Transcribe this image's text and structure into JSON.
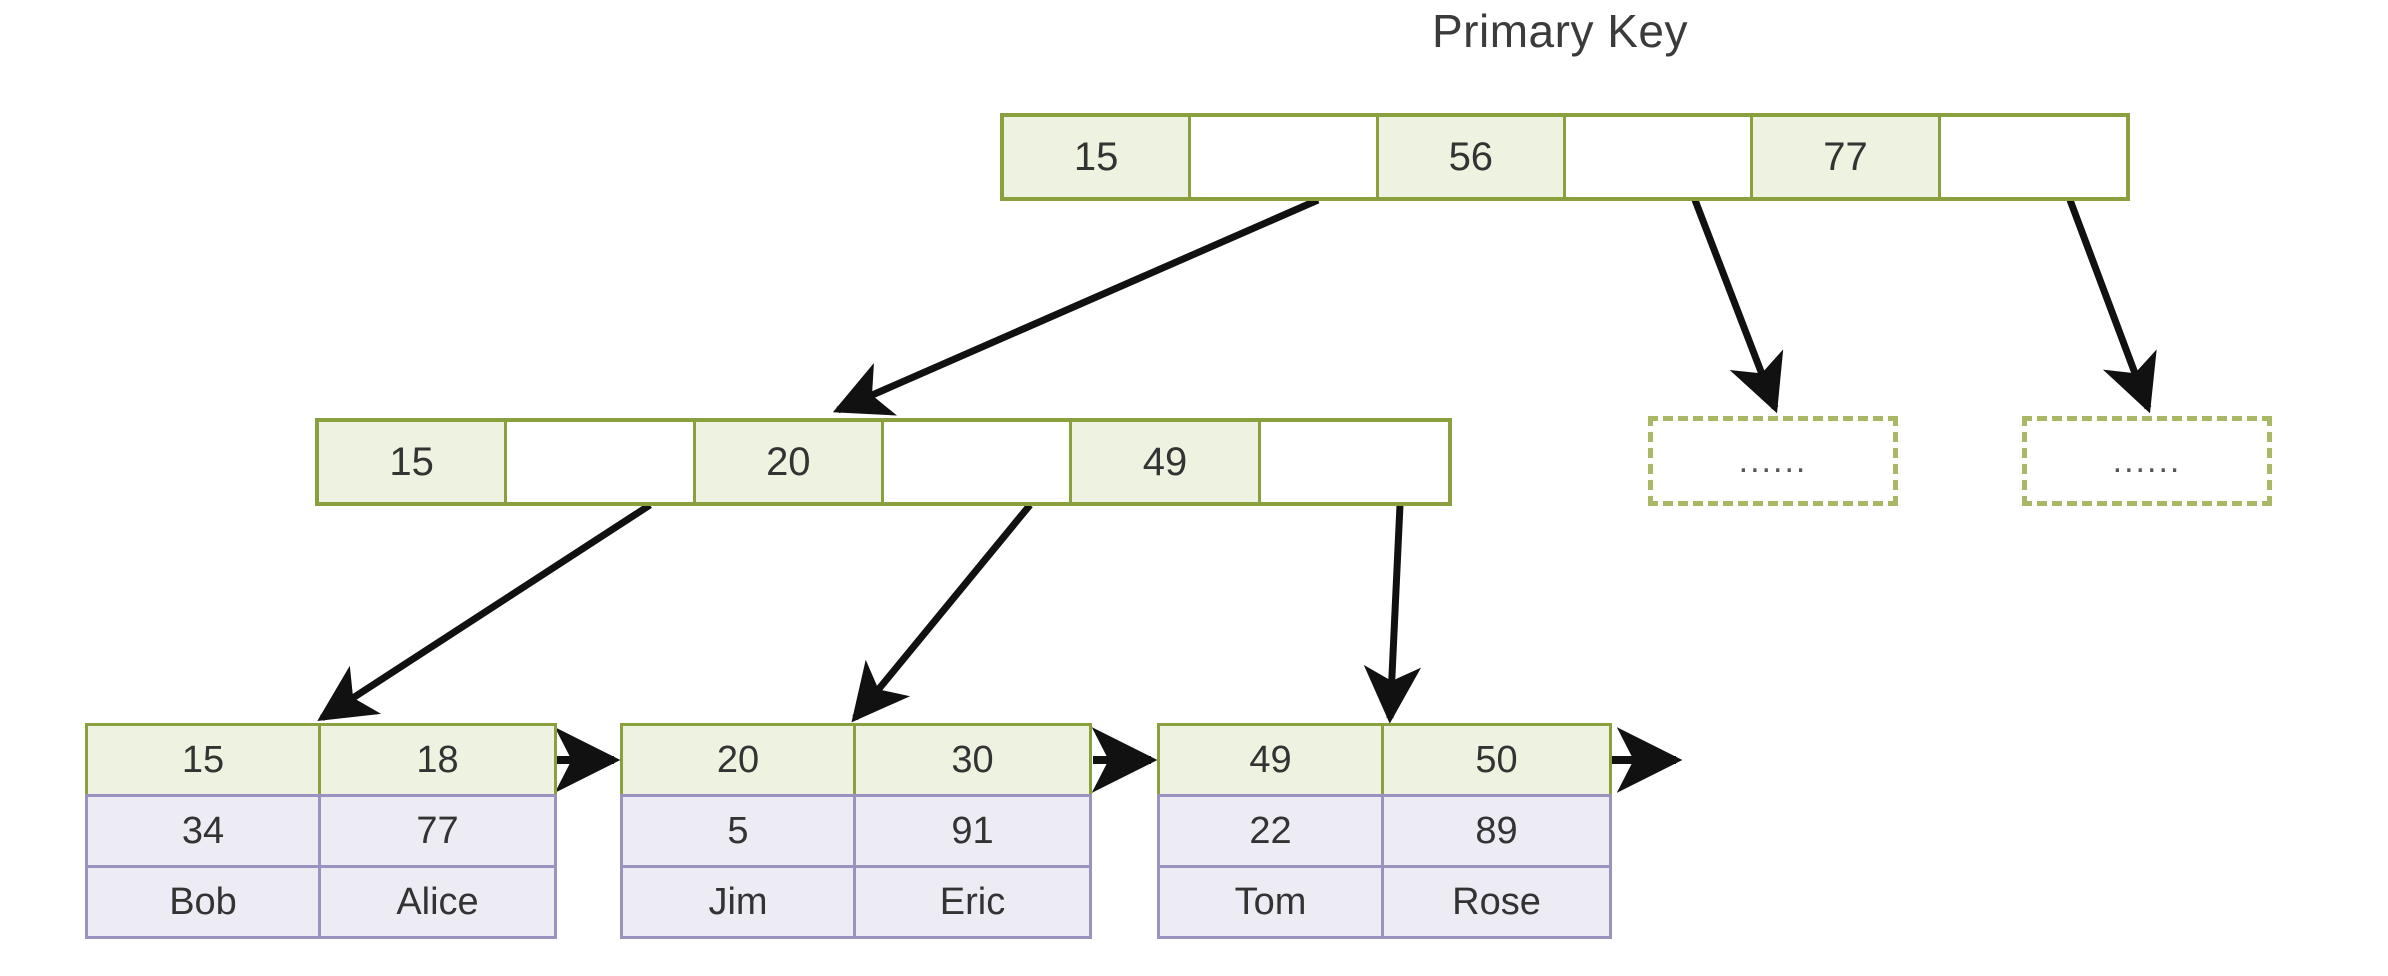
{
  "title": "Primary Key",
  "colors": {
    "key_fill": "#eef2e0",
    "key_border": "#8aa03f",
    "value_fill": "#edebf4",
    "value_border": "#9c92c0",
    "dashed_border": "#a8b864",
    "arrow": "#111111",
    "text": "#333333"
  },
  "root_node": {
    "name": "root-index-node",
    "cells": [
      {
        "type": "key",
        "label": "15"
      },
      {
        "type": "pointer",
        "label": ""
      },
      {
        "type": "key",
        "label": "56"
      },
      {
        "type": "pointer",
        "label": ""
      },
      {
        "type": "key",
        "label": "77"
      },
      {
        "type": "pointer",
        "label": ""
      }
    ]
  },
  "internal_node": {
    "name": "internal-index-node",
    "cells": [
      {
        "type": "key",
        "label": "15"
      },
      {
        "type": "pointer",
        "label": ""
      },
      {
        "type": "key",
        "label": "20"
      },
      {
        "type": "pointer",
        "label": ""
      },
      {
        "type": "key",
        "label": "49"
      },
      {
        "type": "pointer",
        "label": ""
      }
    ]
  },
  "placeholder_nodes": [
    {
      "name": "placeholder-node-middle",
      "label": "......"
    },
    {
      "name": "placeholder-node-right",
      "label": "......"
    }
  ],
  "leaf_nodes": [
    {
      "name": "leaf-node-1",
      "keys": [
        "15",
        "18"
      ],
      "values": [
        "34",
        "77"
      ],
      "names": [
        "Bob",
        "Alice"
      ]
    },
    {
      "name": "leaf-node-2",
      "keys": [
        "20",
        "30"
      ],
      "values": [
        "5",
        "91"
      ],
      "names": [
        "Jim",
        "Eric"
      ]
    },
    {
      "name": "leaf-node-3",
      "keys": [
        "49",
        "50"
      ],
      "values": [
        "22",
        "89"
      ],
      "names": [
        "Tom",
        "Rose"
      ]
    }
  ]
}
